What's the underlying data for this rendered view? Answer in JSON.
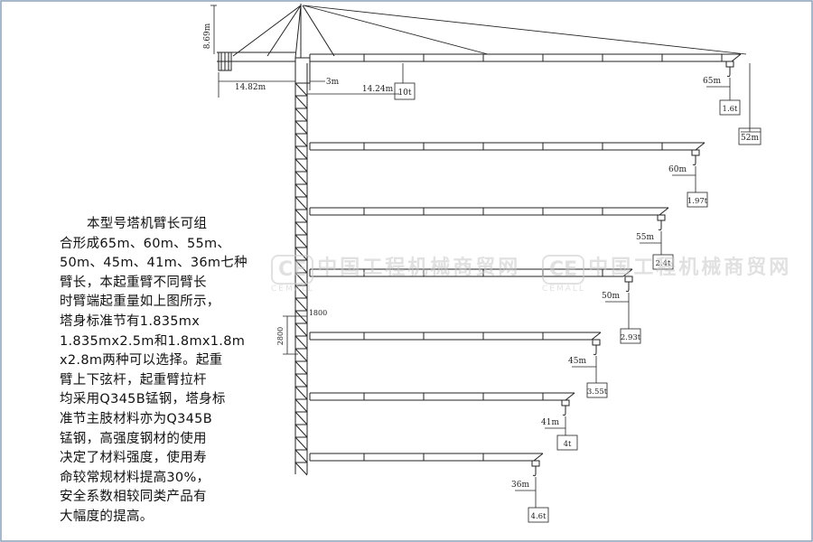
{
  "dim_labels": {
    "height": "8.69m",
    "counter_jib": "14.82m",
    "offset": "3m",
    "min_radius": "14.24m",
    "min_load": "10t",
    "height_under_hook": "52m",
    "section_width": "1800",
    "section_height": "2800"
  },
  "jibs": [
    {
      "length": "65m",
      "tip_load": "1.6t"
    },
    {
      "length": "60m",
      "tip_load": "1.97t"
    },
    {
      "length": "55m",
      "tip_load": "2.4t"
    },
    {
      "length": "50m",
      "tip_load": "2.93t"
    },
    {
      "length": "45m",
      "tip_load": "3.55t"
    },
    {
      "length": "41m",
      "tip_load": "4t"
    },
    {
      "length": "36m",
      "tip_load": "4.6t"
    }
  ],
  "description_lines": [
    "本型号塔机臂长可组",
    "合形成65m、60m、55m、",
    "50m、45m、41m、36m七种",
    "臂长，本起重臂不同臂长",
    "时臂端起重量如上图所示，",
    "塔身标准节有1.835mx",
    "1.835mx2.5m和1.8mx1.8m",
    "x2.8m两种可以选择。起重",
    "臂上下弦杆，起重臂拉杆",
    "均采用Q345B锰钢，塔身标",
    "准节主肢材料亦为Q345B",
    "锰钢，高强度钢材的使用",
    "决定了材料强度，使用寿",
    "命较常规材料提高30%，",
    "安全系数相较同类产品有",
    "大幅度的提高。"
  ],
  "watermark": {
    "text": "中国工程机械商贸网",
    "subtext": "CEMALL"
  }
}
